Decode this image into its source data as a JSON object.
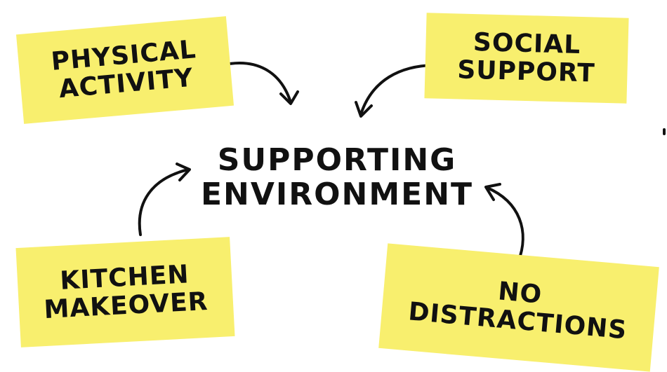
{
  "diagram": {
    "center": {
      "line1": "SUPPORTING",
      "line2": "ENVIRONMENT"
    },
    "notes": [
      {
        "line1": "PHYSICAL",
        "line2": "ACTIVITY"
      },
      {
        "line1": "SOCIAL",
        "line2": "SUPPORT"
      },
      {
        "line1": "KITCHEN",
        "line2": "MAKEOVER"
      },
      {
        "line1": "NO",
        "line2": "DISTRACTIONS"
      }
    ],
    "colors": {
      "note_background": "#f8ef6e",
      "text": "#111111",
      "arrow": "#111111",
      "background": "#ffffff"
    }
  }
}
